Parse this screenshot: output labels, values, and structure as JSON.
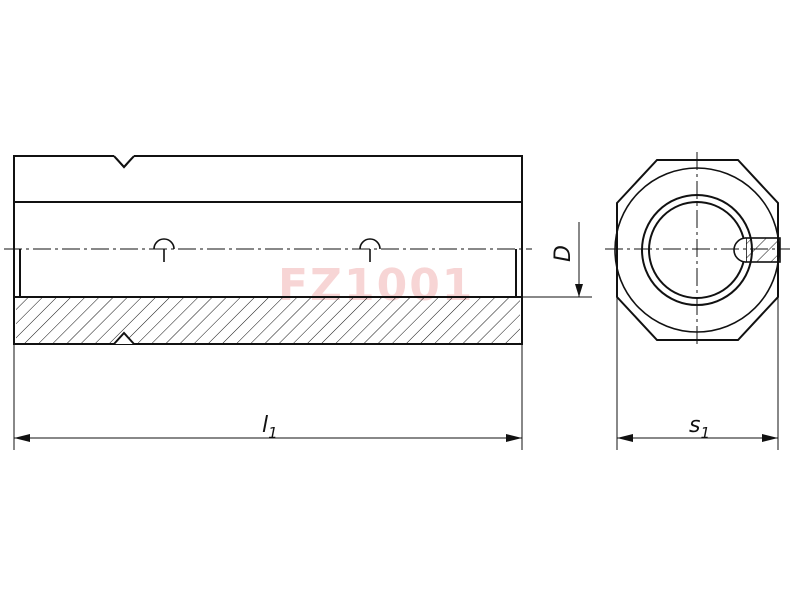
{
  "dimensions": {
    "length": {
      "symbol": "l",
      "subscript": "1"
    },
    "across_flats": {
      "symbol": "s",
      "subscript": "1"
    },
    "diameter": {
      "symbol": "D"
    }
  },
  "watermark": {
    "text": "FZ1001"
  },
  "colors": {
    "line": "#111111",
    "watermark": "#e56a6a"
  }
}
